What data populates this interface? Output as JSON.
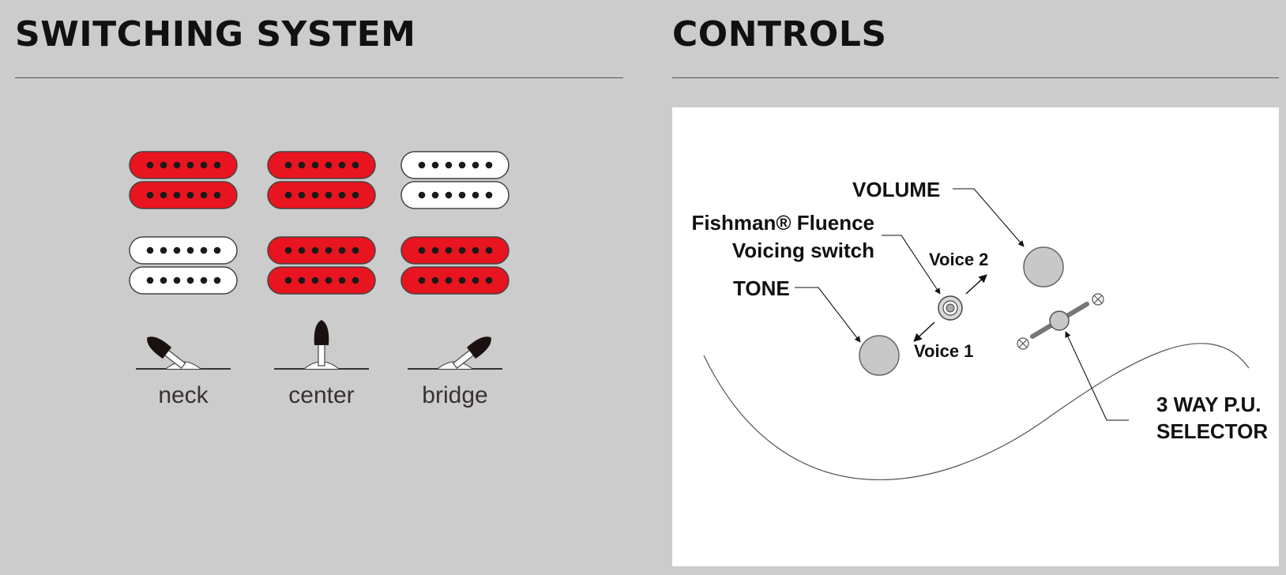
{
  "switching_system": {
    "title": "SWITCHING SYSTEM",
    "positions": [
      {
        "label": "neck",
        "pickups": [
          {
            "name": "neck pickup",
            "active": true
          },
          {
            "name": "bridge pickup",
            "active": false
          }
        ]
      },
      {
        "label": "center",
        "pickups": [
          {
            "name": "neck pickup",
            "active": true
          },
          {
            "name": "bridge pickup",
            "active": true
          }
        ]
      },
      {
        "label": "bridge",
        "pickups": [
          {
            "name": "neck pickup",
            "active": false
          },
          {
            "name": "bridge pickup",
            "active": true
          }
        ]
      }
    ],
    "colors": {
      "active": "#e8141f",
      "inactive": "#ffffff",
      "pole": "#1a1a1a"
    }
  },
  "controls": {
    "title": "CONTROLS",
    "labels": {
      "volume": "VOLUME",
      "voicing_line1": "Fishman® Fluence",
      "voicing_line2": "Voicing switch",
      "tone": "TONE",
      "voice2": "Voice 2",
      "voice1": "Voice 1",
      "selector_line1": "3 WAY P.U.",
      "selector_line2": "SELECTOR"
    }
  }
}
